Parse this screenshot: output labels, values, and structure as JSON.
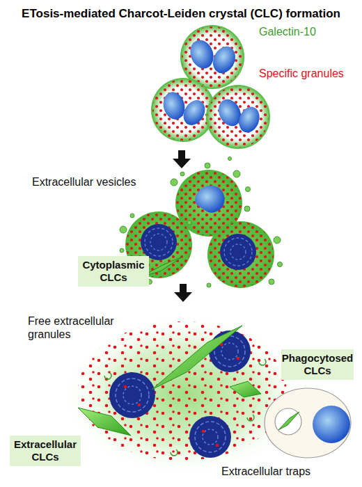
{
  "diagram": {
    "title": "ETosis-mediated Charcot-Leiden crystal (CLC) formation",
    "nodes": [
      {
        "text": [
          "Cytoplasmic CLCs"
        ]
      },
      {
        "text": [
          "Phagocytosed CLCs"
        ]
      },
      {
        "text": [
          "Extracellular CLCs"
        ]
      }
    ],
    "labels": [
      "Galectin-10",
      "Specific granules",
      "Extracellular vesicles",
      "Free extracellular granules",
      "Extracellular traps"
    ]
  }
}
